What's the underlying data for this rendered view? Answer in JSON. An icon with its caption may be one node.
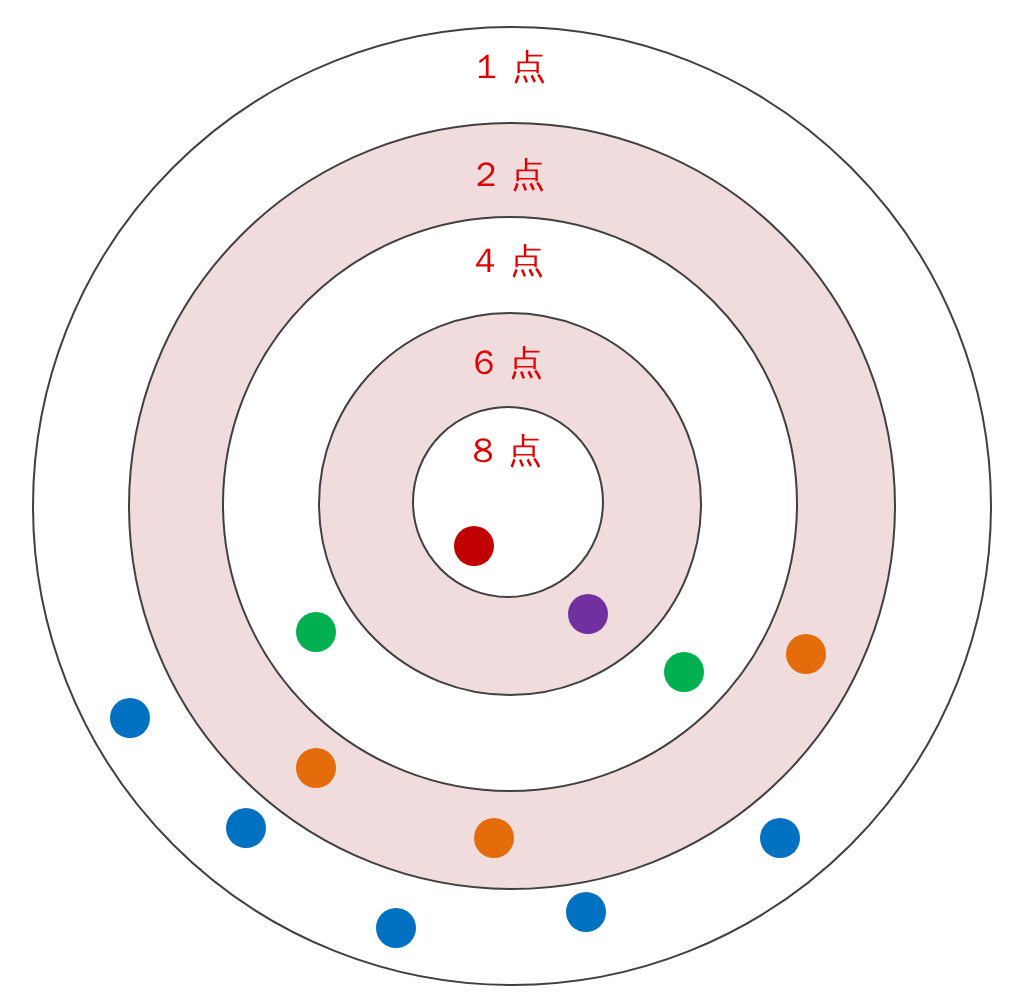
{
  "diagram": {
    "nodes": [
      {
        "text": [
          "１点"
        ]
      },
      {
        "text": [
          "２点"
        ],
        "in": 0
      },
      {
        "text": [
          "４点"
        ],
        "in": 1
      },
      {
        "text": [
          "６点"
        ],
        "in": 2
      },
      {
        "text": [
          "８点"
        ],
        "in": 3
      }
    ]
  }
}
